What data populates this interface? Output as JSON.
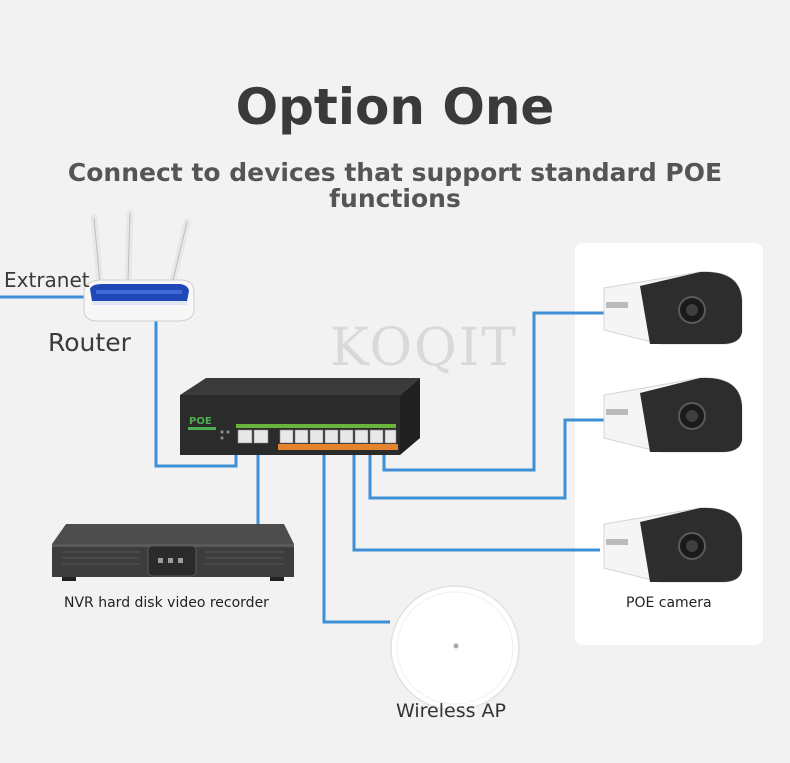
{
  "title": "Option One",
  "subtitle": "Connect to devices that support standard POE functions",
  "watermark": "KOQIT",
  "labels": {
    "extranet": "Extranet",
    "router": "Router",
    "nvr": "NVR hard disk video recorder",
    "wireless_ap": "Wireless AP",
    "poe_camera": "POE camera"
  },
  "switch": {
    "brand_label": "POE"
  },
  "colors": {
    "cable": "#3d8fd6",
    "text_dark": "#3a3a3a",
    "switch_body": "#2b2b2b",
    "poe_label": "#4caf50",
    "port_band": "#e5832e"
  }
}
